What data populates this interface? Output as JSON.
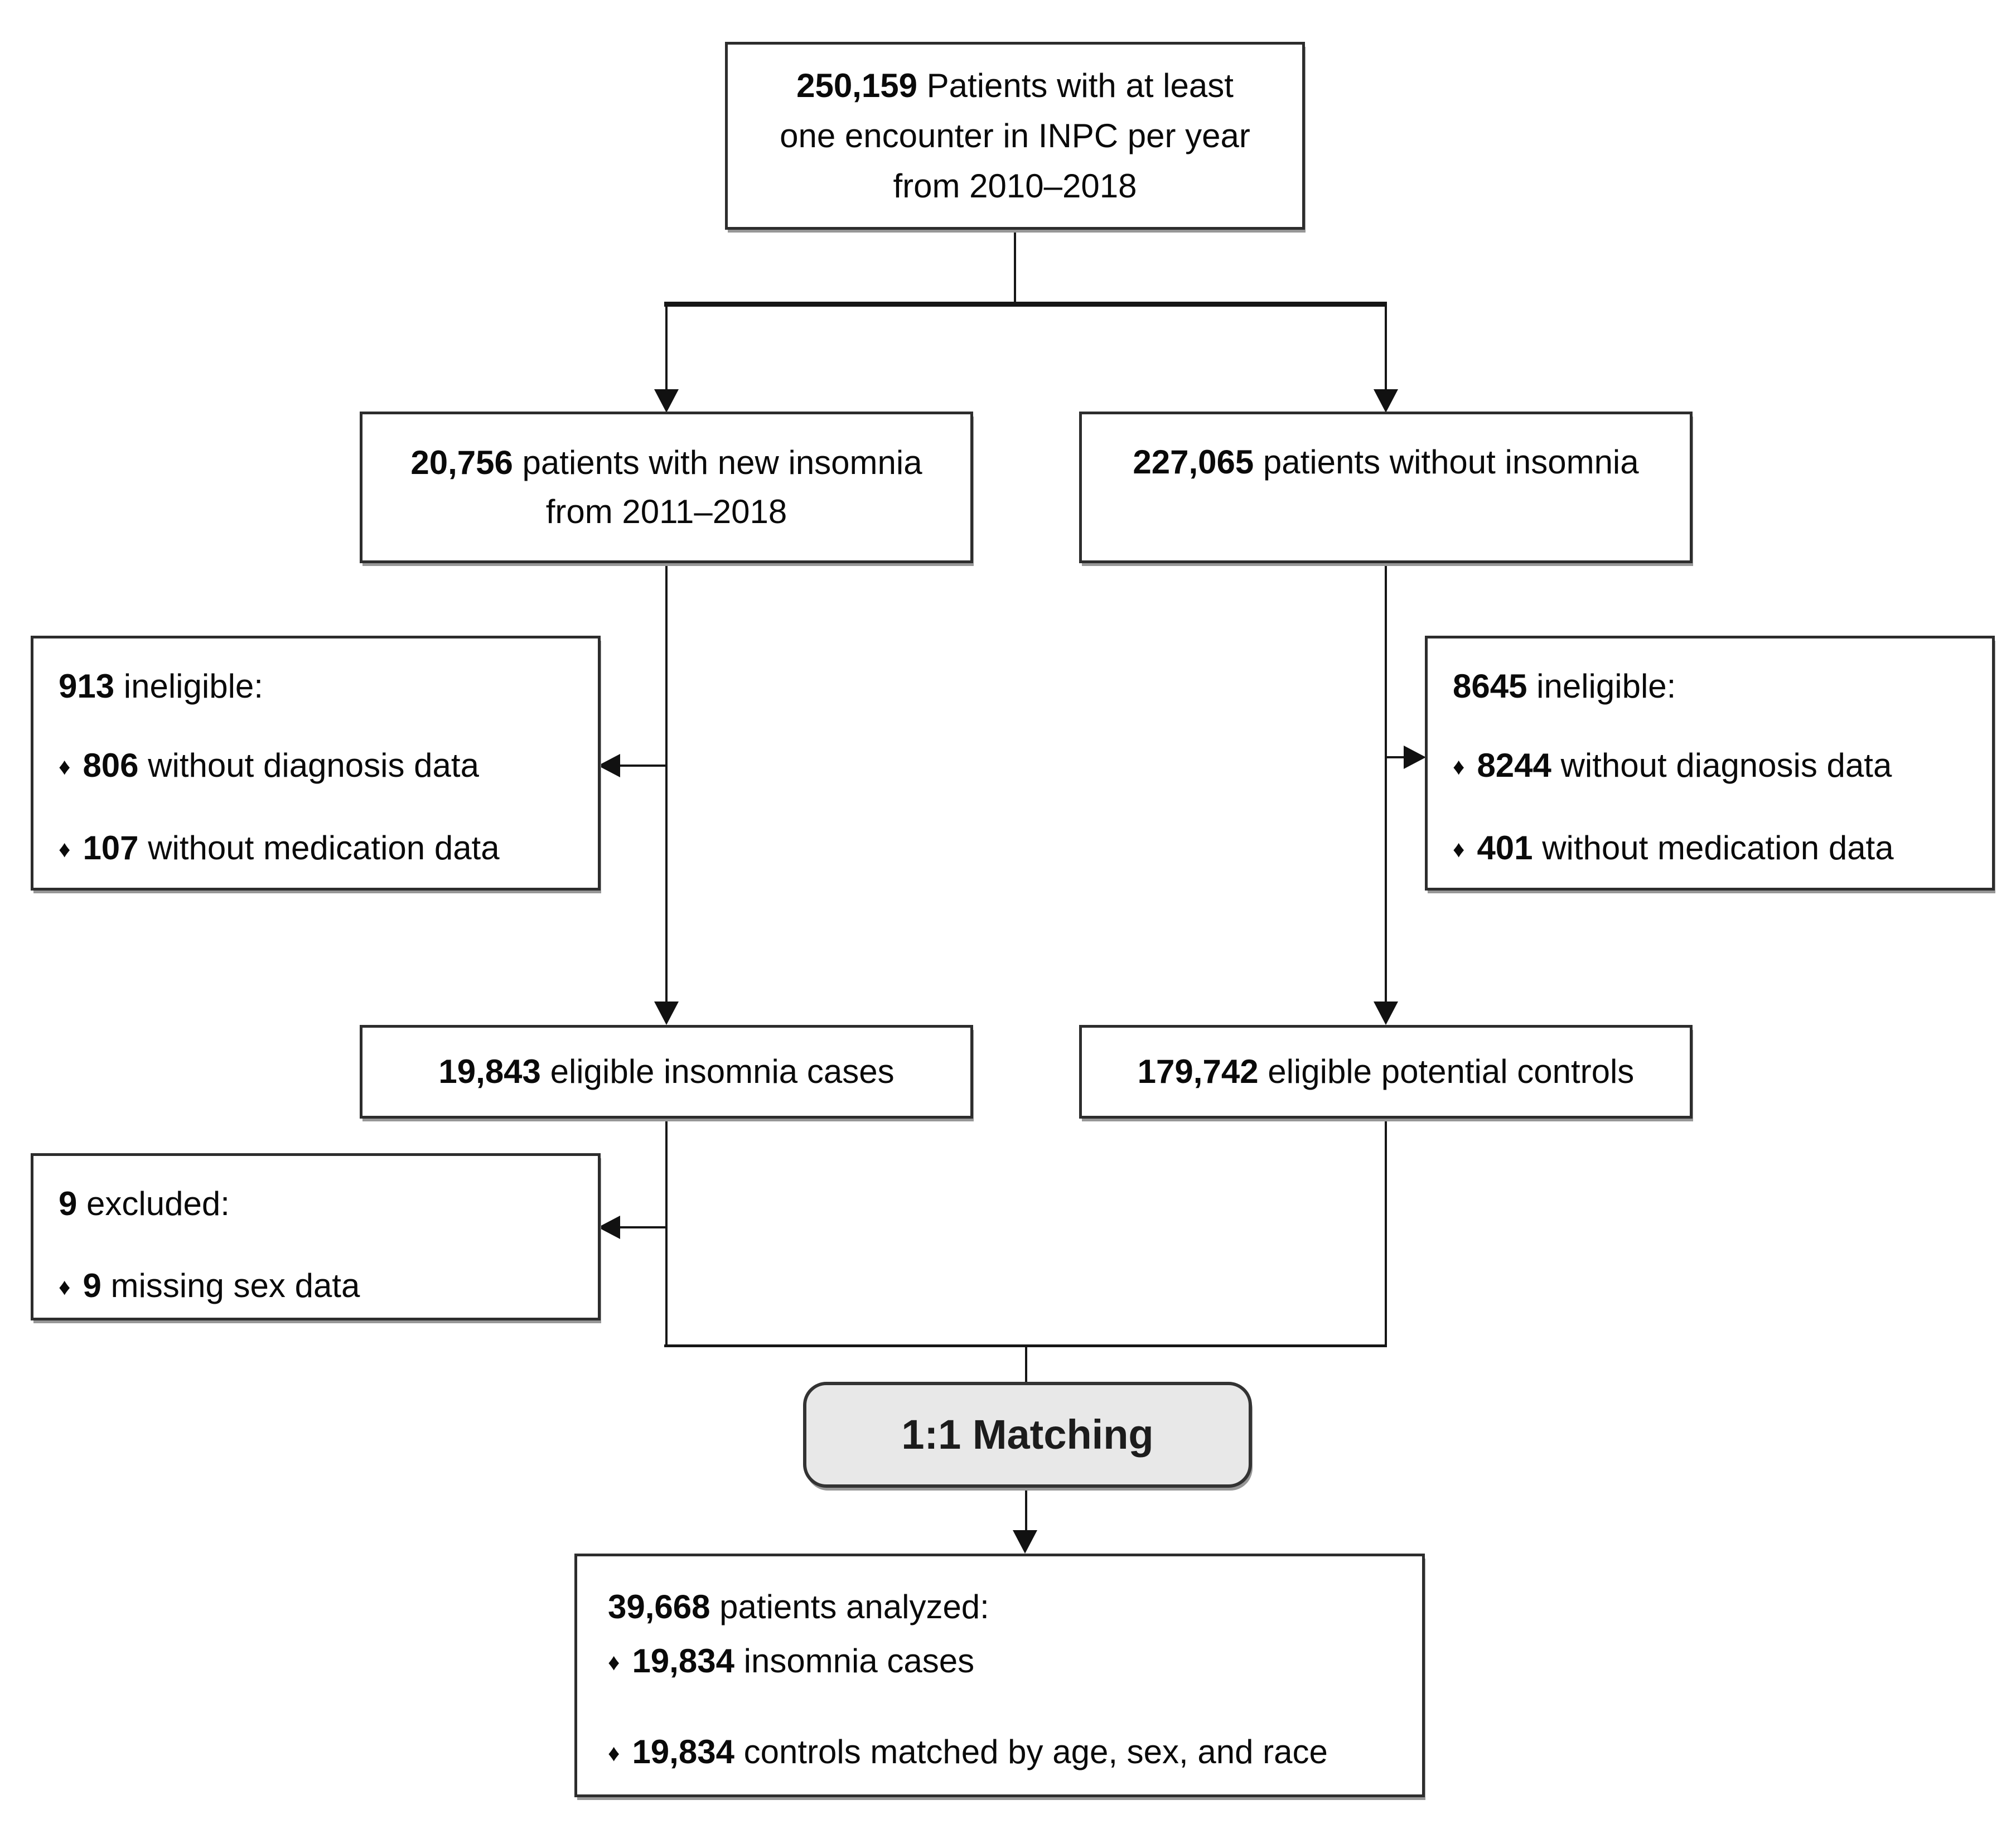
{
  "glyphs": {
    "bullet": "♦"
  },
  "boxes": {
    "top": {
      "num": "250,159",
      "text": " Patients with at least",
      "line2": "one encounter in INPC per year",
      "line3": "from 2010–2018"
    },
    "insomnia": {
      "num": "20,756",
      "text": " patients with new insomnia",
      "line2": "from 2011–2018"
    },
    "no_insomnia": {
      "num": "227,065",
      "text": " patients without insomnia"
    },
    "ineligible_left": {
      "header_num": "913",
      "header_text": " ineligible:",
      "bullets": [
        {
          "num": "806",
          "text": " without diagnosis data"
        },
        {
          "num": "107",
          "text": " without medication data"
        }
      ]
    },
    "ineligible_right": {
      "header_num": "8645",
      "header_text": " ineligible:",
      "bullets": [
        {
          "num": "8244",
          "text": " without diagnosis data"
        },
        {
          "num": "401",
          "text": " without medication data"
        }
      ]
    },
    "eligible_left": {
      "num": "19,843",
      "text": " eligible insomnia cases"
    },
    "eligible_right": {
      "num": "179,742",
      "text": " eligible potential controls"
    },
    "excluded": {
      "header_num": "9",
      "header_text": " excluded:",
      "bullets": [
        {
          "num": "9",
          "text": " missing sex data"
        }
      ]
    },
    "matching": {
      "label": "1:1 Matching"
    },
    "analyzed": {
      "header_num": "39,668",
      "header_text": " patients analyzed:",
      "bullets": [
        {
          "num": "19,834",
          "text": " insomnia cases"
        },
        {
          "num": "19,834",
          "text": " controls matched by age, sex, and race"
        }
      ]
    }
  },
  "colors": {
    "box_border": "#2d2d2d",
    "connector": "#161616",
    "matching_fill": "#e8e8e8",
    "shadow": "#979797"
  }
}
